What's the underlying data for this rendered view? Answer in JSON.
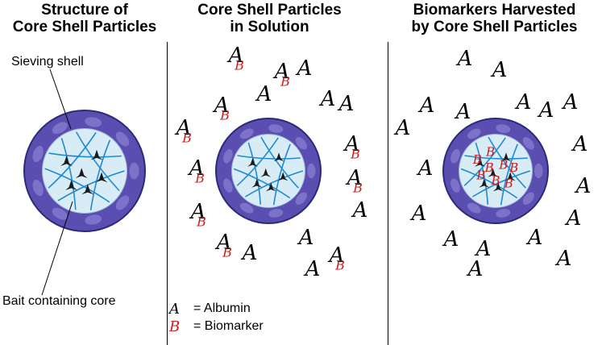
{
  "panels": [
    {
      "title_line1": "Structure of",
      "title_line2": "Core Shell Particles"
    },
    {
      "title_line1": "Core Shell  Particles",
      "title_line2": "in Solution"
    },
    {
      "title_line1": "Biomarkers Harvested",
      "title_line2": "by Core Shell Particles"
    }
  ],
  "labels": {
    "shell": "Sieving shell",
    "core": "Bait containing core"
  },
  "legend": {
    "albumin_symbol": "A",
    "albumin_text": "= Albumin",
    "biomarker_symbol": "B",
    "biomarker_text": "= Biomarker"
  },
  "colors": {
    "shell": "#5a4fb0",
    "shell_dark": "#2a2a7a",
    "core": "#d8ecf6",
    "mesh": "#1f8ad2",
    "biomarker": "#cc1a1a",
    "albumin": "#000000"
  }
}
